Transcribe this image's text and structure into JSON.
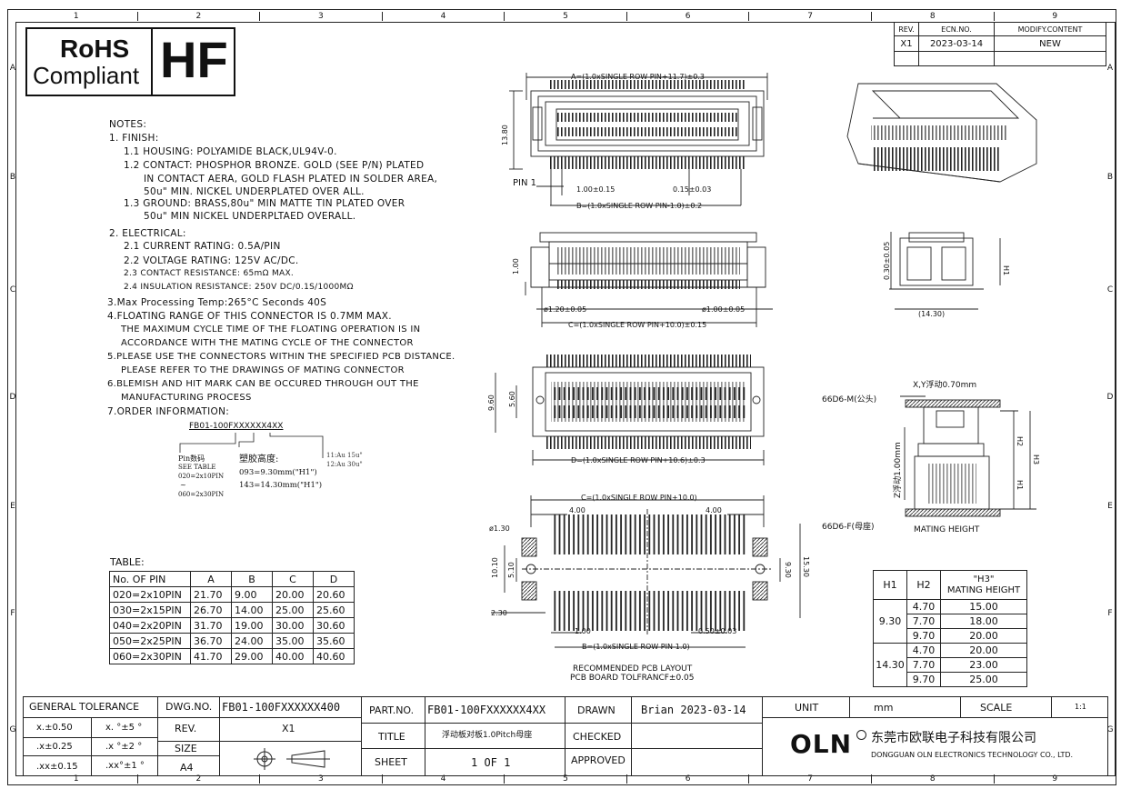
{
  "grid": {
    "columns": [
      "1",
      "2",
      "3",
      "4",
      "5",
      "6",
      "7",
      "8",
      "9"
    ],
    "rows": [
      "A",
      "B",
      "C",
      "D",
      "E",
      "F",
      "G"
    ]
  },
  "logo": {
    "rohs_line1": "RoHS",
    "rohs_line2": "Compliant",
    "hf": "HF"
  },
  "revision": {
    "headers": [
      "REV.",
      "ECN.NO.",
      "MODIFY.CONTENT"
    ],
    "row": [
      "X1",
      "2023-03-14",
      "NEW"
    ]
  },
  "notes": {
    "title": "NOTES:",
    "lines": [
      "1. FINISH:",
      "1.1  HOUSING: POLYAMIDE BLACK,UL94V-0.",
      "1.2  CONTACT: PHOSPHOR BRONZE. GOLD (SEE P/N) PLATED",
      "IN CONTACT AERA, GOLD FLASH PLATED IN SOLDER AREA,",
      "50u\" MIN. NICKEL UNDERPLATED OVER ALL.",
      "1.3  GROUND: BRASS,80u\" MIN MATTE TIN PLATED OVER",
      "50u\" MIN NICKEL UNDERPLTAED OVERALL.",
      "2. ELECTRICAL:",
      "2.1  CURRENT RATING: 0.5A/PIN",
      "2.2  VOLTAGE RATING: 125V AC/DC.",
      "2.3  CONTACT RESISTANCE: 65mΩ MAX.",
      "2.4  INSULATION RESISTANCE: 250V DC/0.1S/1000MΩ",
      "3.Max Processing Temp:265°C Seconds 40S",
      "4.FLOATING RANGE OF THIS CONNECTOR IS 0.7MM MAX.",
      "THE MAXIMUM CYCLE TIME OF THE FLOATING OPERATION IS IN",
      "ACCORDANCE WITH THE MATING CYCLE OF THE CONNECTOR",
      "5.PLEASE USE THE CONNECTORS WITHIN THE SPECIFIED PCB DISTANCE.",
      "PLEASE REFER TO THE DRAWINGS OF MATING CONNECTOR",
      "6.BLEMISH AND HIT MARK CAN BE OCCURED THROUGH OUT THE",
      "MANUFACTURING PROCESS",
      "7.ORDER INFORMATION:"
    ]
  },
  "order": {
    "code": "FB01-100FXXXXXX4XX",
    "pin_label": "Pin数码",
    "pin_lines": [
      "SEE TABLE",
      "020=2x10PIN",
      "~",
      "060=2x30PIN"
    ],
    "height_label": "塑胶高度:",
    "height_lines": [
      "093=9.30mm(\"H1\")",
      "143=14.30mm(\"H1\")"
    ],
    "plating_lines": [
      "11:Au 15u\"",
      "12:Au 30u\""
    ]
  },
  "pin_table": {
    "title": "TABLE:",
    "headers": [
      "No. OF PIN",
      "A",
      "B",
      "C",
      "D"
    ],
    "rows": [
      [
        "020=2x10PIN",
        "21.70",
        "9.00",
        "20.00",
        "20.60"
      ],
      [
        "030=2x15PIN",
        "26.70",
        "14.00",
        "25.00",
        "25.60"
      ],
      [
        "040=2x20PIN",
        "31.70",
        "19.00",
        "30.00",
        "30.60"
      ],
      [
        "050=2x25PIN",
        "36.70",
        "24.00",
        "35.00",
        "35.60"
      ],
      [
        "060=2x30PIN",
        "41.70",
        "29.00",
        "40.00",
        "40.60"
      ]
    ]
  },
  "dims": {
    "a": "A=(1.0xSINGLE ROW PIN+11.7)±0.3",
    "h1380": "13.80",
    "pin1": "PIN 1",
    "p100": "1.00±0.15",
    "p015": "0.15±0.03",
    "b": "B=(1.0xSINGLE ROW PIN-1.0)±0.2",
    "h100": "1.00",
    "d120": "ø1.20±0.05",
    "d100": "ø1.00±0.05",
    "c": "C=(1.0xSINGLE ROW PIN+10.0)±0.15",
    "h960": "9.60",
    "h560": "5.60",
    "d": "D=(1.0xSINGLE ROW PIN+10.6)±0.3",
    "side030": "0.30±0.05",
    "side_h1": "H1",
    "side1430": "(14.30)",
    "pcb_c": "C=(1.0xSINGLE ROW PIN+10.0)",
    "pcb_400a": "4.00",
    "pcb_400b": "4.00",
    "pcb_d130": "ø1.30",
    "pcb_1010": "10.10",
    "pcb_510": "5.10",
    "pcb_930": "9.30",
    "pcb_1530": "15.30",
    "pcb_230": "2.30",
    "pcb_100": "1.00",
    "pcb_050": "0.50±0.03",
    "pcb_b": "B=(1.0xSINGLE ROW PIN-1.0)",
    "pcb_note1": "RECOMMENDED PCB LAYOUT",
    "pcb_note2": "PCB BOARD TOLFRANCF±0.05",
    "mate_xy": "X,Y浮动0.70mm",
    "mate_m": "66D6-M(公头)",
    "mate_f": "66D6-F(母座)",
    "mate_z": "Z浮动1.00mm",
    "mate_h2": "H2",
    "mate_h1": "H1",
    "mate_h3": "H3",
    "mate_label": "MATING HEIGHT"
  },
  "mating_table": {
    "headers": [
      "H1",
      "H2",
      "\"H3\"",
      "MATING HEIGHT"
    ],
    "groups": [
      {
        "h1": "9.30",
        "rows": [
          [
            "4.70",
            "15.00"
          ],
          [
            "7.70",
            "18.00"
          ],
          [
            "9.70",
            "20.00"
          ]
        ]
      },
      {
        "h1": "14.30",
        "rows": [
          [
            "4.70",
            "20.00"
          ],
          [
            "7.70",
            "23.00"
          ],
          [
            "9.70",
            "25.00"
          ]
        ]
      }
    ]
  },
  "title_block": {
    "general_tolerance": "GENERAL  TOLERANCE",
    "tol_rows": [
      [
        "x.±0.50",
        "x. °±5 °"
      ],
      [
        ".x±0.25",
        ".x °±2 °"
      ],
      [
        ".xx±0.15",
        ".xx°±1 °"
      ]
    ],
    "dwg_no_label": "DWG.NO.",
    "dwg_no": "FB01-100FXXXXXX400",
    "rev_label": "REV.",
    "rev": "X1",
    "size_label": "SIZE",
    "size": "A4",
    "part_no_label": "PART.NO.",
    "part_no": "FB01-100FXXXXXX4XX",
    "title_label": "TITLE",
    "title": "浮动板对板1.0Pitch母座",
    "sheet_label": "SHEET",
    "sheet": "1 OF 1",
    "drawn_label": "DRAWN",
    "drawn": "Brian 2023-03-14",
    "checked_label": "CHECKED",
    "approved_label": "APPROVED",
    "unit_label": "UNIT",
    "unit": "mm",
    "scale_label": "SCALE",
    "scale": "1:1",
    "company_logo": "OLN",
    "company_cn": "东莞市欧联电子科技有限公司",
    "company_en": "DONGGUAN OLN ELECTRONICS TECHNOLOGY CO., LTD."
  }
}
